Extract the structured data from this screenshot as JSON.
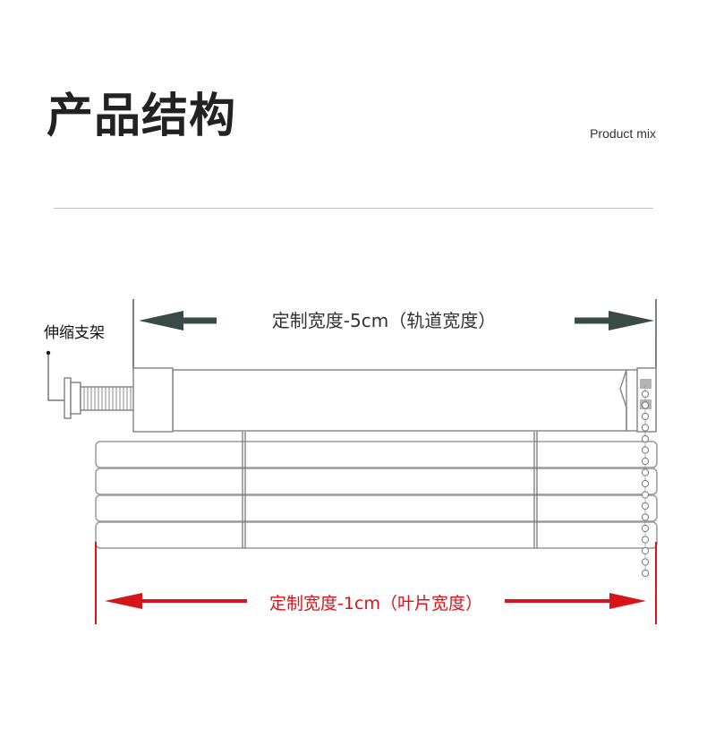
{
  "header": {
    "title": "产品结构",
    "subtitle": "Product mix"
  },
  "diagram": {
    "track_width_label": "定制宽度-5cm（轨道宽度）",
    "slat_width_label": "定制宽度-1cm（叶片宽度）",
    "bracket_label": "伸缩支架",
    "colors": {
      "track_arrow": "#3a4a46",
      "slat_arrow": "#d7141a",
      "outline": "#8a8a8a"
    }
  }
}
